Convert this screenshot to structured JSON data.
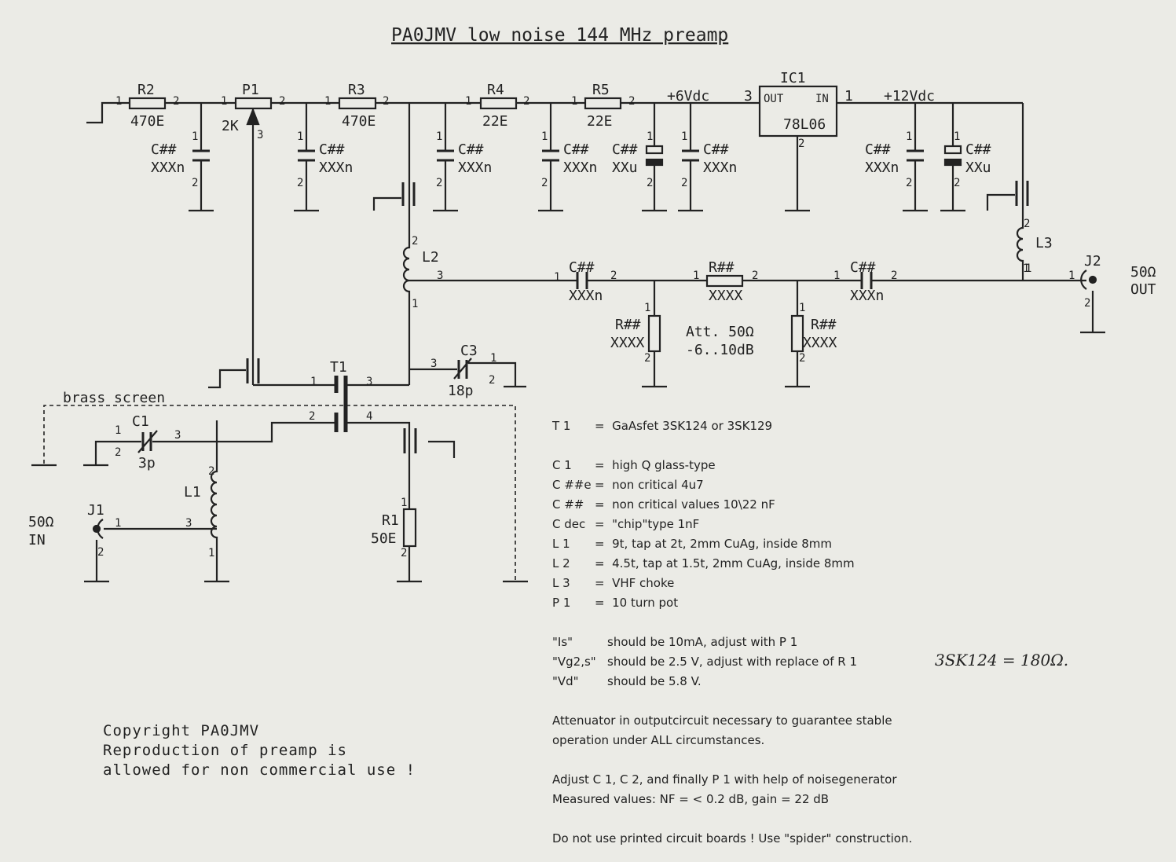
{
  "title": "PA0JMV  low noise  144 MHz  preamp",
  "components": {
    "R2": {
      "ref": "R2",
      "value": "470E",
      "pin1": "1",
      "pin2": "2"
    },
    "P1": {
      "ref": "P1",
      "value": "2K",
      "pin1": "1",
      "pin2": "2",
      "pin3": "3"
    },
    "R3": {
      "ref": "R3",
      "value": "470E",
      "pin1": "1",
      "pin2": "2"
    },
    "R4": {
      "ref": "R4",
      "value": "22E",
      "pin1": "1",
      "pin2": "2"
    },
    "R5": {
      "ref": "R5",
      "value": "22E",
      "pin1": "1",
      "pin2": "2"
    },
    "IC1": {
      "ref": "IC1",
      "part": "78L06",
      "out": "OUT",
      "in": "IN",
      "pin_out": "3",
      "pin_in": "1",
      "pin_gnd": "2"
    },
    "rail6": "+6Vdc",
    "rail12": "+12Vdc",
    "cap_ref": "C##",
    "cap_n": "XXXn",
    "cap_u": "XXu",
    "res_ref": "R##",
    "res_val": "XXXX",
    "L1": {
      "ref": "L1"
    },
    "L2": {
      "ref": "L2"
    },
    "L3": {
      "ref": "L3"
    },
    "T1": {
      "ref": "T1"
    },
    "C1": {
      "ref": "C1",
      "value": "3p"
    },
    "C3": {
      "ref": "C3",
      "value": "18p"
    },
    "R1": {
      "ref": "R1",
      "value": "50E"
    },
    "J1": {
      "ref": "J1",
      "imp": "50Ω",
      "dir": "IN"
    },
    "J2": {
      "ref": "J2",
      "imp": "50Ω",
      "dir": "OUT"
    },
    "att": {
      "line1": "Att. 50Ω",
      "line2": "-6..10dB"
    },
    "brass": "brass screen"
  },
  "pins": {
    "p1": "1",
    "p2": "2",
    "p3": "3",
    "p4": "4"
  },
  "notes": [
    {
      "k": "T 1",
      "v": "=  GaAsfet 3SK124 or 3SK129"
    },
    {
      "k": "C 1",
      "v": "=  high Q glass-type"
    },
    {
      "k": "C ##e",
      "v": "=  non critical 4u7"
    },
    {
      "k": "C ##",
      "v": "=  non critical values 10\\22 nF"
    },
    {
      "k": "C dec",
      "v": "=  \"chip\"type 1nF"
    },
    {
      "k": "L 1",
      "v": "=  9t, tap at 2t, 2mm CuAg, inside 8mm"
    },
    {
      "k": "L 2",
      "v": "=  4.5t, tap at 1.5t, 2mm CuAg, inside 8mm"
    },
    {
      "k": "L 3",
      "v": "=  VHF choke"
    },
    {
      "k": "P 1",
      "v": "=  10 turn pot"
    }
  ],
  "adjust": [
    {
      "q": "\"Is\"",
      "v": "should be 10mA, adjust with P 1"
    },
    {
      "q": "\"Vg2,s\"",
      "v": "should be 2.5 V, adjust with replace of R 1"
    },
    {
      "q": "\"Vd\"",
      "v": "should be 5.8 V."
    }
  ],
  "handwritten": "3SK124 = 180Ω.",
  "text_blocks": [
    "Attenuator in outputcircuit necessary to guarantee stable",
    "operation under ALL circumstances.",
    "Adjust C 1, C 2, and finally P 1 with help of noisegenerator",
    "Measured values: NF = < 0.2 dB, gain = 22 dB",
    "Do not use printed circuit boards ! Use \"spider\" construction."
  ],
  "copyright": [
    "Copyright PA0JMV",
    "Reproduction of preamp is",
    "allowed for non commercial use !"
  ]
}
